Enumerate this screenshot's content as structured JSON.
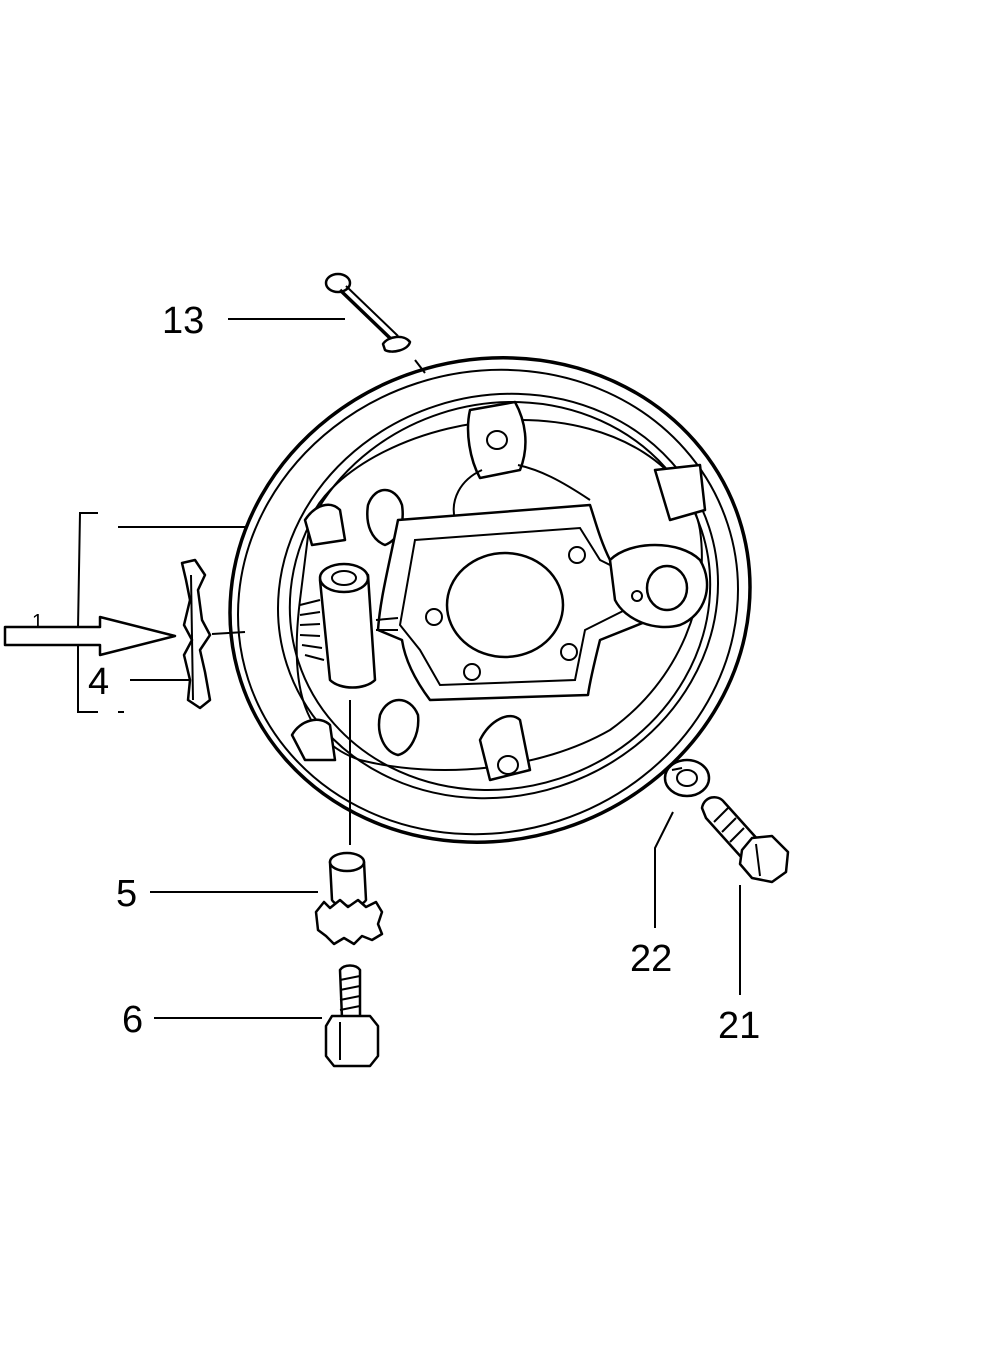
{
  "callouts": {
    "c13": "13",
    "c1": "1",
    "c4": "4",
    "c5": "5",
    "c6": "6",
    "c22": "22",
    "c21": "21"
  },
  "colors": {
    "ink": "#000000",
    "paper": "#ffffff"
  }
}
